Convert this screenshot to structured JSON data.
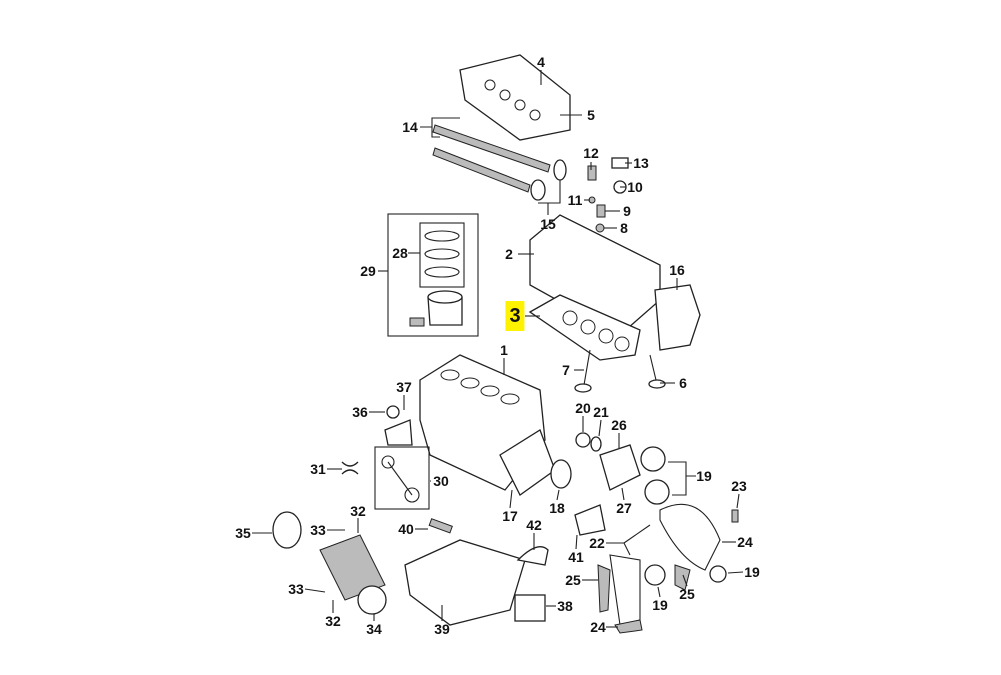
{
  "title": "Engine assembly parts diagram",
  "highlighted_callout": "3",
  "highlight_color": "#fff200",
  "callouts": [
    "4",
    "5",
    "14",
    "12",
    "13",
    "10",
    "11",
    "9",
    "15",
    "8",
    "28",
    "29",
    "2",
    "16",
    "3",
    "1",
    "7",
    "6",
    "37",
    "36",
    "20",
    "21",
    "26",
    "31",
    "30",
    "19",
    "23",
    "18",
    "17",
    "27",
    "32",
    "35",
    "33",
    "40",
    "42",
    "41",
    "22",
    "24",
    "25",
    "19",
    "25",
    "19",
    "33",
    "38",
    "32",
    "34",
    "39",
    "24"
  ]
}
